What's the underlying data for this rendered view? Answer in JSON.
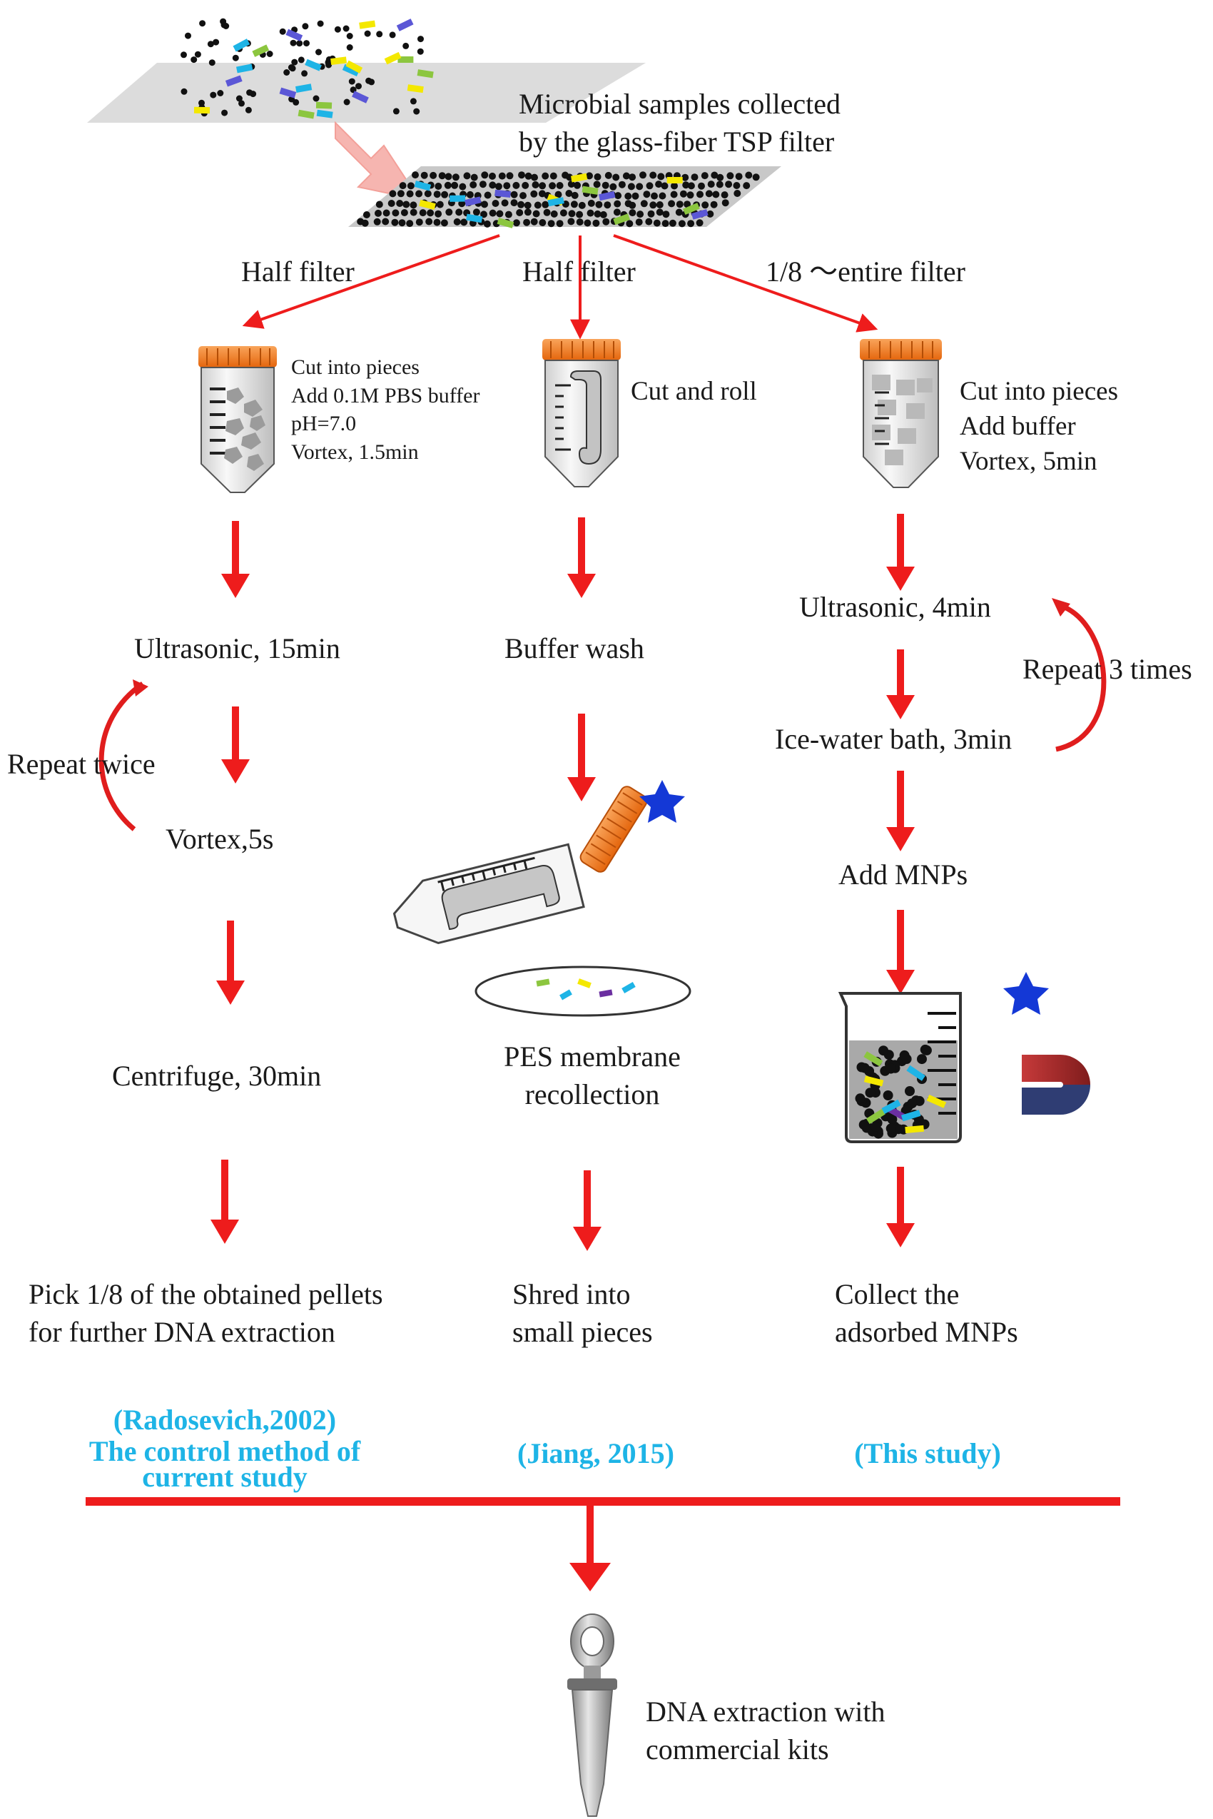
{
  "colors": {
    "arrow": "#ee1c1c",
    "citation": "#1eb4e6",
    "cap": "#f47c20",
    "star": "#1438d6",
    "filter": "#d6d6d6"
  },
  "top": {
    "caption": [
      "Microbial samples  collected",
      "by the glass-fiber TSP filter"
    ]
  },
  "branches": {
    "left_label": "Half filter",
    "middle_label": "Half filter",
    "right_label": "1/8 ～entire filter"
  },
  "left": {
    "tube_notes": [
      "Cut into pieces",
      "Add 0.1M PBS buffer",
      "pH=7.0",
      "Vortex, 1.5min"
    ],
    "step1": "Ultrasonic, 15min",
    "repeat": "Repeat twice",
    "step2": "Vortex,5s",
    "step3": "Centrifuge, 30min",
    "result": [
      "Pick 1/8 of  the obtained pellets",
      "for further DNA extraction"
    ],
    "citation": [
      "(Radosevich,2002)",
      "The control method of",
      "current study"
    ]
  },
  "middle": {
    "tube_notes": [
      "Cut and roll"
    ],
    "step1": "Buffer wash",
    "step2": [
      "PES membrane",
      "recollection"
    ],
    "result": [
      "Shred  into",
      "small pieces"
    ],
    "citation": [
      "(Jiang, 2015)"
    ]
  },
  "right": {
    "tube_notes": [
      "Cut into pieces",
      "Add buffer",
      "Vortex, 5min"
    ],
    "step1": "Ultrasonic, 4min",
    "repeat": "Repeat 3 times",
    "step2": "Ice-water bath, 3min",
    "step3": "Add MNPs",
    "result": [
      "Collect the",
      "adsorbed MNPs"
    ],
    "citation": [
      "(This study)"
    ]
  },
  "final": {
    "caption": [
      "DNA extraction with",
      "commercial kits"
    ]
  }
}
